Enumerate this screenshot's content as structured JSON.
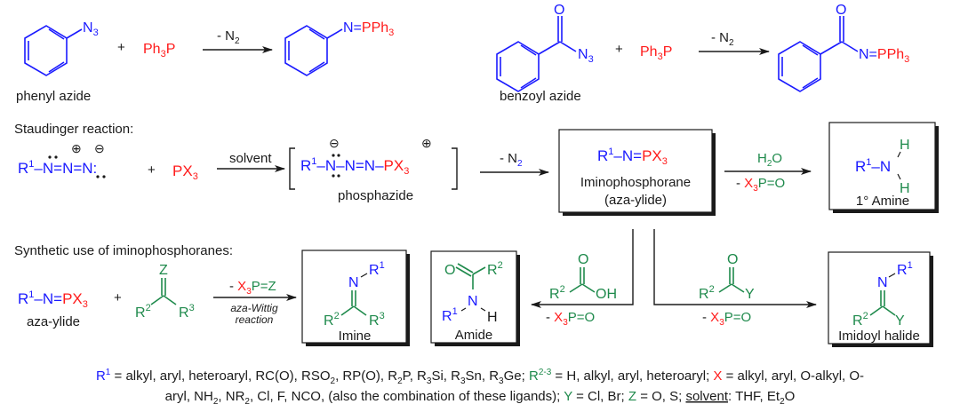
{
  "colors": {
    "r1_blue": "#1a1aff",
    "reagent_red": "#ff1a1a",
    "substituent_green": "#1f8a4c",
    "text": "#1a1a1a"
  },
  "top_row": {
    "phenyl": {
      "azide_group": "N",
      "azide_sub": "3",
      "name": "phenyl azide",
      "product_n": "N=",
      "product_p": "PPh",
      "product_sub": "3"
    },
    "benzoyl": {
      "carbonyl_o": "O",
      "azide_group": "N",
      "azide_sub": "3",
      "name": "benzoyl azide",
      "product_o": "O",
      "product_n": "N=",
      "product_p": "PPh",
      "product_sub": "3"
    },
    "plus": "+",
    "reagent_main": "Ph",
    "reagent_sub": "3",
    "reagent_tail": "P",
    "arrow_label_prefix": "- N",
    "arrow_label_sub": "2"
  },
  "staudinger": {
    "title": "Staudinger reaction:",
    "azide": {
      "r": "R",
      "r_sup": "1",
      "chain": "–N=N=N:",
      "plus_charge": "⊕",
      "minus_charge": "⊖"
    },
    "plus": "+",
    "reagent_main": "PX",
    "reagent_sub": "3",
    "arrow1_label": "solvent",
    "intermediate": {
      "r": "R",
      "r_sup": "1",
      "chain": "–N–N=N–",
      "p": "PX",
      "p_sub": "3",
      "minus_charge": "⊖",
      "plus_charge": "⊕",
      "name": "phosphazide"
    },
    "arrow2_label_prefix": "- N",
    "arrow2_label_sub": "2",
    "iminophosphorane": {
      "r": "R",
      "r_sup": "1",
      "chain": "–N=",
      "p": "PX",
      "p_sub": "3",
      "name": "Iminophosphorane",
      "alias": "(aza-ylide)"
    },
    "hydrolysis": {
      "reagent": "H",
      "reagent_sub": "2",
      "reagent_tail": "O",
      "byproduct_prefix": "- ",
      "byproduct_x": "X",
      "byproduct_sub": "3",
      "byproduct_tail": "P=O"
    },
    "amine": {
      "r": "R",
      "r_sup": "1",
      "chain": "–N",
      "h": "H",
      "name": "1° Amine"
    }
  },
  "synthetic": {
    "title": "Synthetic use of iminophosphoranes:",
    "ylide": {
      "r": "R",
      "r_sup": "1",
      "chain": "–N=",
      "p": "PX",
      "p_sub": "3",
      "name": "aza-ylide"
    },
    "plus": "+",
    "carbonyl": {
      "z": "Z",
      "r2": "R",
      "r2_sup": "2",
      "r3": "R",
      "r3_sup": "3"
    },
    "wittig_arrow": {
      "prefix": "- ",
      "x": "X",
      "x_sub": "3",
      "tail": "P=Z",
      "label1": "aza-Wittig",
      "label2": "reaction"
    },
    "imine": {
      "n": "N",
      "r1": "R",
      "r1_sup": "1",
      "r2": "R",
      "r2_sup": "2",
      "r3": "R",
      "r3_sup": "3",
      "name": "Imine"
    },
    "amide": {
      "o": "O",
      "r2": "R",
      "r2_sup": "2",
      "n": "N",
      "r1": "R",
      "r1_sup": "1",
      "h": "H",
      "name": "Amide"
    },
    "acid": {
      "o": "O",
      "r2": "R",
      "r2_sup": "2",
      "oh": "OH",
      "byproduct_prefix": "- ",
      "byproduct_x": "X",
      "byproduct_sub": "3",
      "byproduct_tail": "P=O"
    },
    "acyl_halide": {
      "o": "O",
      "r2": "R",
      "r2_sup": "2",
      "y": "Y",
      "byproduct_prefix": "- ",
      "byproduct_x": "X",
      "byproduct_sub": "3",
      "byproduct_tail": "P=O"
    },
    "imidoyl": {
      "n": "N",
      "r1": "R",
      "r1_sup": "1",
      "r2": "R",
      "r2_sup": "2",
      "y": "Y",
      "name": "Imidoyl halide"
    }
  },
  "footnote": {
    "r1": "R",
    "r1_sup": "1",
    "r1_def_a": " = alkyl, aryl, heteroaryl, RC(O), RSO",
    "r1_sub_a": "2",
    "r1_def_b": ", RP(O), R",
    "r1_sub_b": "2",
    "r1_def_c": "P, R",
    "r1_sub_c": "3",
    "r1_def_d": "Si, R",
    "r1_sub_d": "3",
    "r1_def_e": "Sn, R",
    "r1_sub_e": "3",
    "r1_def_f": "Ge; ",
    "r23": "R",
    "r23_sup": "2-3",
    "r23_def": " = H, alkyl, aryl, heteroaryl; ",
    "x": "X",
    "x_def_a": " = alkyl, aryl, O-alkyl, O-",
    "x_def_b": "aryl, NH",
    "x_sub_b": "2",
    "x_def_c": ", NR",
    "x_sub_c": "2",
    "x_def_d": ", Cl, F, NCO, (also the combination of these ligands); ",
    "y": "Y",
    "y_def": " = Cl, Br; ",
    "z": "Z",
    "z_def": " = O, S; ",
    "solvent_label": "solvent",
    "solvent_def": ": THF, Et",
    "solvent_sub": "2",
    "solvent_tail": "O"
  }
}
